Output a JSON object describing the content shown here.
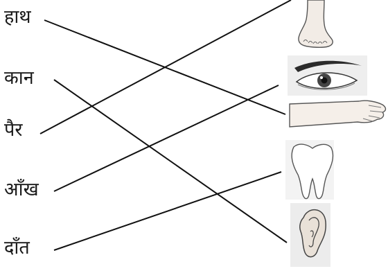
{
  "exercise": {
    "words": [
      {
        "id": "hand",
        "text": "हाथ"
      },
      {
        "id": "ear",
        "text": "कान"
      },
      {
        "id": "foot",
        "text": "पैर"
      },
      {
        "id": "eye",
        "text": "आँख"
      },
      {
        "id": "tooth",
        "text": "दाँत"
      }
    ],
    "pictures": [
      {
        "id": "foot",
        "icon": "foot-icon"
      },
      {
        "id": "eye",
        "icon": "eye-icon"
      },
      {
        "id": "hand",
        "icon": "hand-arm-icon"
      },
      {
        "id": "tooth",
        "icon": "tooth-icon"
      },
      {
        "id": "ear",
        "icon": "ear-icon"
      }
    ],
    "matches": [
      {
        "word": "hand",
        "picture": "hand"
      },
      {
        "word": "ear",
        "picture": "ear"
      },
      {
        "word": "foot",
        "picture": "foot"
      },
      {
        "word": "eye",
        "picture": "eye"
      },
      {
        "word": "tooth",
        "picture": "tooth"
      }
    ],
    "line_color": "#111111"
  }
}
